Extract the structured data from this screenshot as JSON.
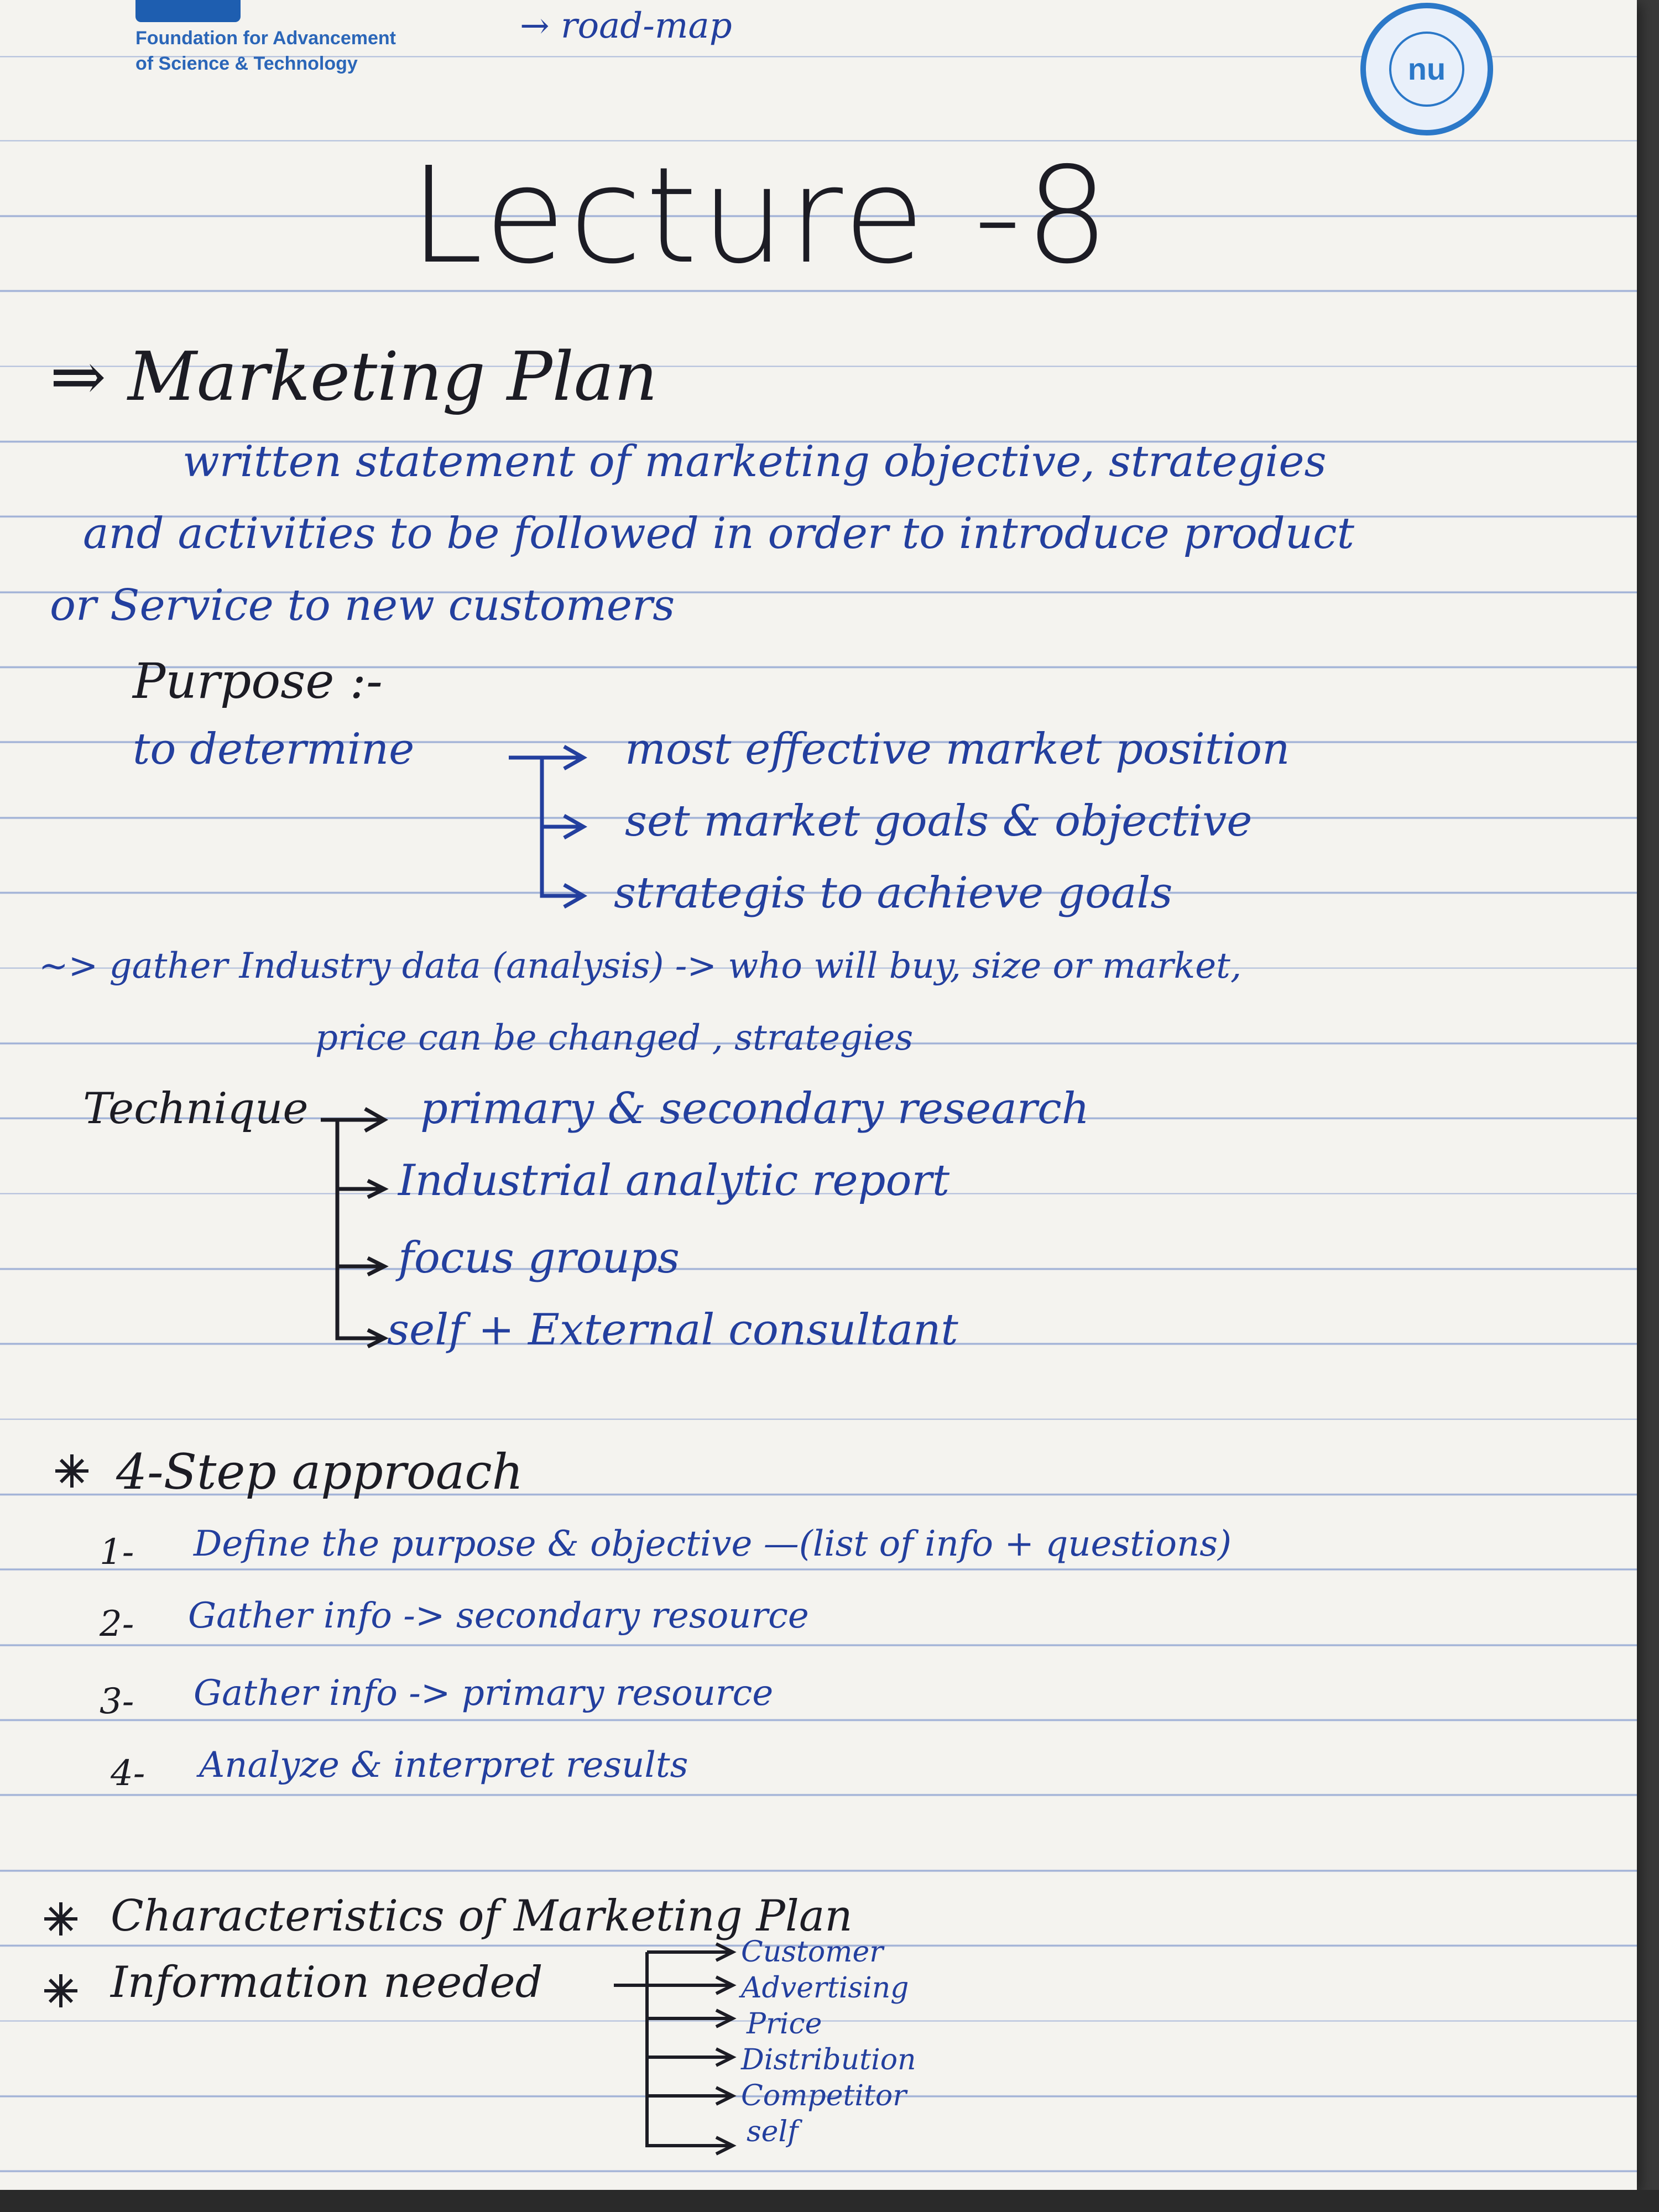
{
  "header": {
    "org_line1": "Foundation for Advancement",
    "org_line2": "of Science & Technology",
    "top_note": "→ road-map"
  },
  "title": "Lecture -8",
  "marketing_plan": {
    "heading": "⇒ Marketing Plan",
    "definition_line1": "written statement of marketing objective, strategies",
    "definition_line2": "and activities to be followed in order to introduce product",
    "definition_line3": "or Service to new customers",
    "purpose_label": "Purpose :-",
    "purpose_intro": "to determine",
    "purpose_items": [
      "most effective market position",
      "set market goals & objective",
      "strategis to achieve goals"
    ]
  },
  "industry": {
    "line1": "~> gather Industry data (analysis) -> who will buy, size or market,",
    "line2": "price can be changed , strategies"
  },
  "technique": {
    "label": "Technique",
    "items": [
      "primary & secondary research",
      "Industrial analytic report",
      "focus groups",
      "self + External consultant"
    ]
  },
  "approach": {
    "heading": "4-Step approach",
    "steps": [
      {
        "num": "1-",
        "text": "Define the purpose & objective —(list of info + questions)"
      },
      {
        "num": "2-",
        "text": "Gather info -> secondary resource"
      },
      {
        "num": "3-",
        "text": "Gather info -> primary resource"
      },
      {
        "num": "4-",
        "text": "Analyze & interpret results"
      }
    ]
  },
  "characteristics": {
    "heading": "Characteristics of Marketing Plan"
  },
  "information": {
    "heading": "Information needed",
    "items": [
      "Customer",
      "Advertising",
      "Price",
      "Distribution",
      "Competitor",
      "self"
    ]
  },
  "colors": {
    "blue_ink": "#233f9e",
    "black_ink": "#1c1c24",
    "paper": "#f4f3ef",
    "rule_line": "#9fb0d6"
  }
}
